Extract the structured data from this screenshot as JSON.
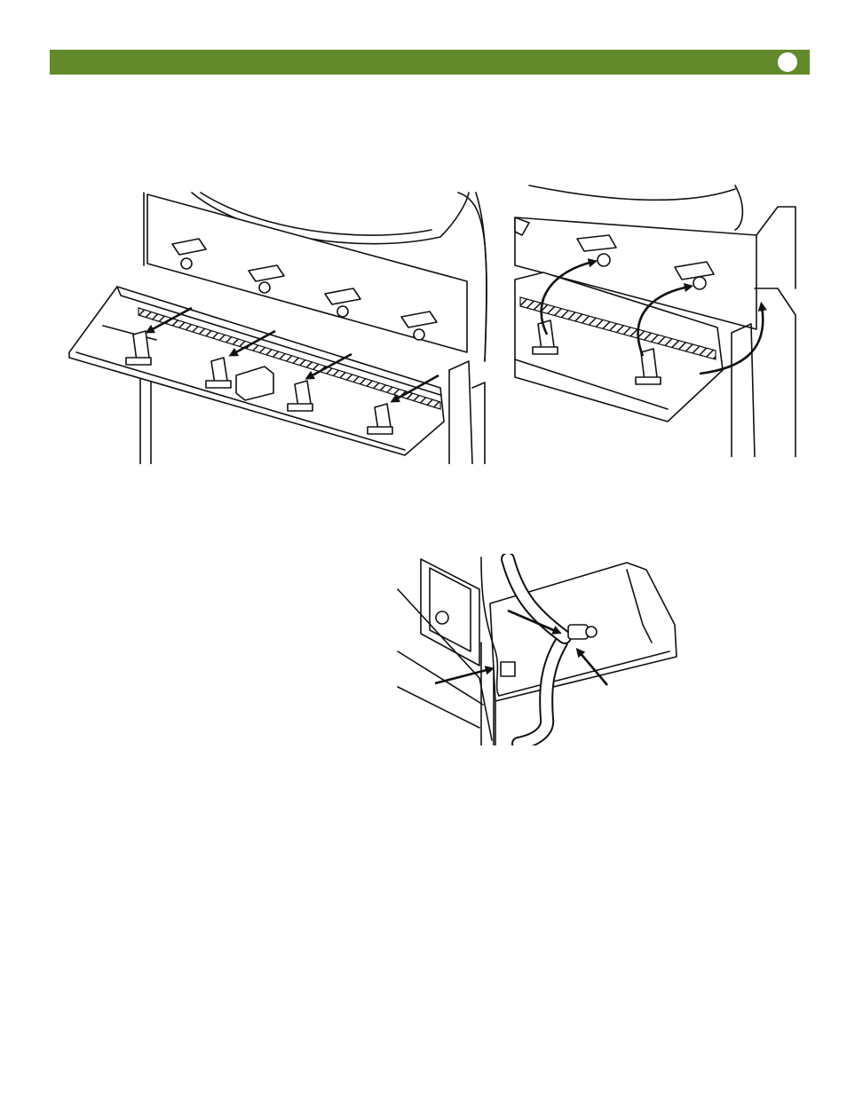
{
  "header": {
    "bar_color": "#62892a",
    "page_marker_color": "#ffffff"
  },
  "figures": [
    {
      "id": "left",
      "icon": "burner-valve-removal-illustration",
      "arrow_count": 4
    },
    {
      "id": "right",
      "icon": "burner-reinstall-illustration",
      "arrow_count": 3
    },
    {
      "id": "bottom",
      "icon": "gas-hose-connection-illustration",
      "arrow_count": 3
    }
  ]
}
